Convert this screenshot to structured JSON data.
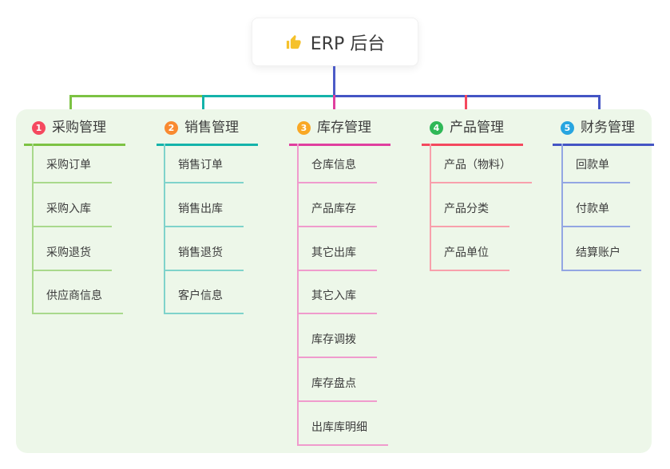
{
  "root": {
    "label": "ERP 后台",
    "icon": "thumbs-up"
  },
  "branches": [
    {
      "index": "1",
      "label": "采购管理",
      "color": "#7cc243",
      "light_color": "#a9d98c",
      "badge_color": "#f5495f",
      "children": [
        "采购订单",
        "采购入库",
        "采购退货",
        "供应商信息"
      ]
    },
    {
      "index": "2",
      "label": "销售管理",
      "color": "#14b3aa",
      "light_color": "#7fd3cb",
      "badge_color": "#f98a30",
      "children": [
        "销售订单",
        "销售出库",
        "销售退货",
        "客户信息"
      ]
    },
    {
      "index": "3",
      "label": "库存管理",
      "color": "#e03f9f",
      "light_color": "#f09bcd",
      "badge_color": "#f9a825",
      "children": [
        "仓库信息",
        "产品库存",
        "其它出库",
        "其它入库",
        "库存调拨",
        "库存盘点",
        "出库库明细"
      ]
    },
    {
      "index": "4",
      "label": "产品管理",
      "color": "#f4485e",
      "light_color": "#f8a0ac",
      "badge_color": "#2fb857",
      "children": [
        "产品（物料）",
        "产品分类",
        "产品单位"
      ]
    },
    {
      "index": "5",
      "label": "财务管理",
      "color": "#4455c4",
      "light_color": "#93a6e3",
      "badge_color": "#27a5e0",
      "children": [
        "回款单",
        "付款单",
        "结算账户"
      ]
    }
  ],
  "colors": {
    "canvas_bg": "#ffffff",
    "panel_bg": "#edf7e9",
    "root_line": "#4c5bc7",
    "text": "#3c3c3c",
    "thumb_icon": "#f5c12b"
  }
}
